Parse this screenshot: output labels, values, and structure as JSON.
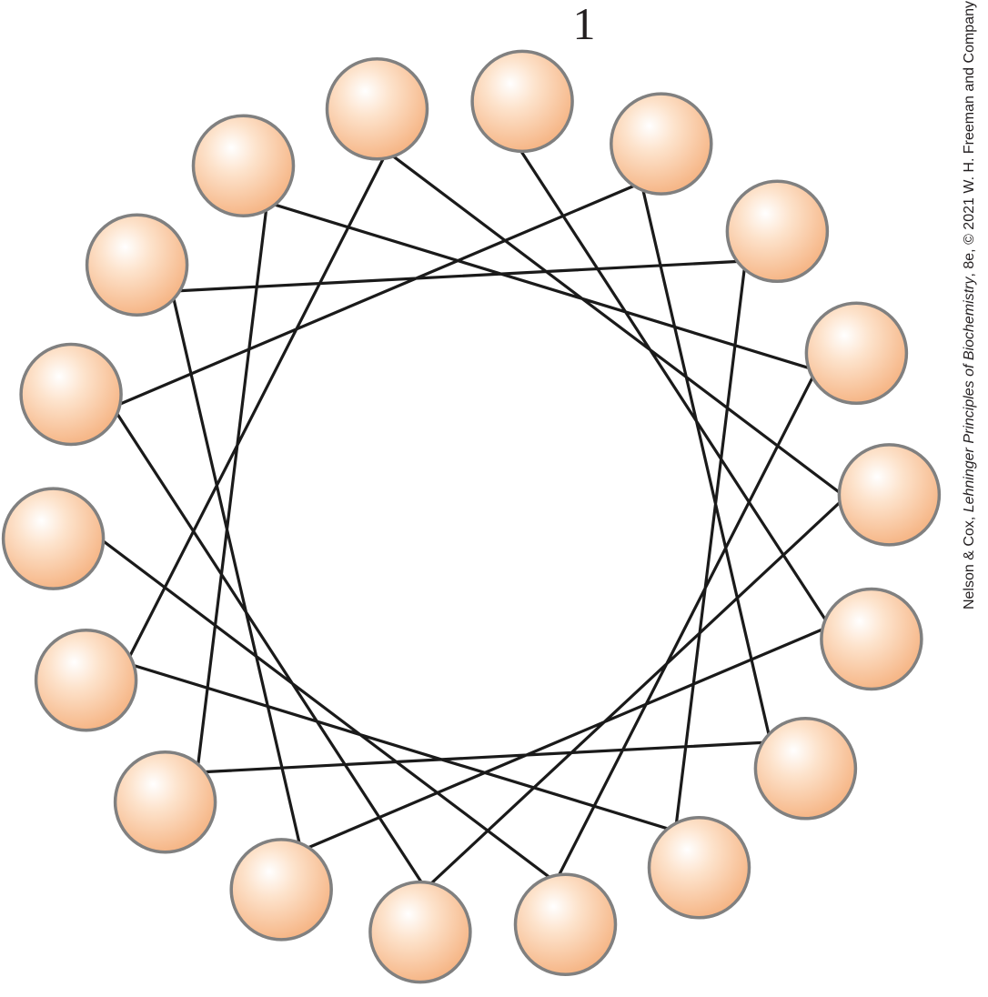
{
  "diagram": {
    "type": "helical-wheel",
    "residue_count": 18,
    "start_label": "1"
  },
  "credit": {
    "authors": "Nelson & Cox, ",
    "book_title": "Lehninger Principles of Biochemistry",
    "edition_and_copyright": ", 8e, © 2021 W. H. Freeman and Company"
  },
  "colors": {
    "residue_fill_center": "#ffffff",
    "residue_fill_edge": "#f7b98a",
    "residue_stroke": "#808080",
    "connector": "#1a1a1a",
    "text": "#231f20"
  }
}
